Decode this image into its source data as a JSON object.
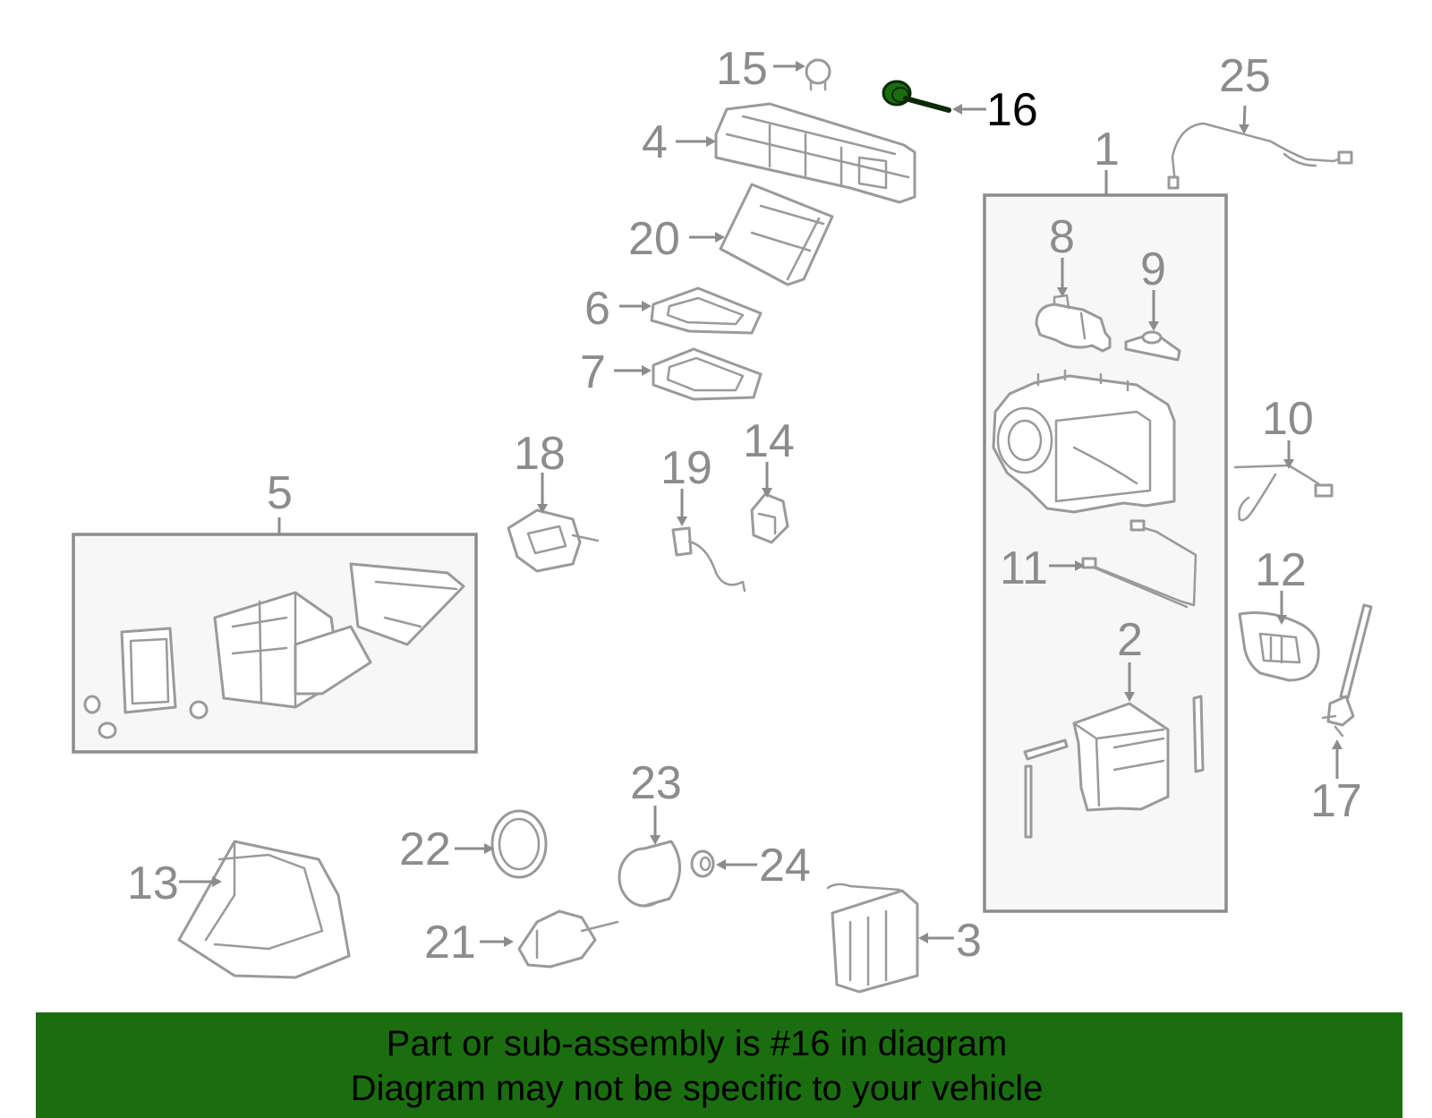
{
  "diagram": {
    "callouts": {
      "c1": "1",
      "c2": "2",
      "c3": "3",
      "c4": "4",
      "c5": "5",
      "c6": "6",
      "c7": "7",
      "c8": "8",
      "c9": "9",
      "c10": "10",
      "c11": "11",
      "c12": "12",
      "c13": "13",
      "c14": "14",
      "c15": "15",
      "c16": "16",
      "c17": "17",
      "c18": "18",
      "c19": "19",
      "c20": "20",
      "c21": "21",
      "c22": "22",
      "c23": "23",
      "c24": "24",
      "c25": "25"
    },
    "highlighted_part": "16",
    "colors": {
      "highlight": "#1a6e10",
      "line": "#8c8c8c",
      "banner": "#1a6e10"
    }
  },
  "banner": {
    "line1": "Part or sub-assembly is #16 in diagram",
    "line2": "Diagram may not be specific to your vehicle"
  }
}
